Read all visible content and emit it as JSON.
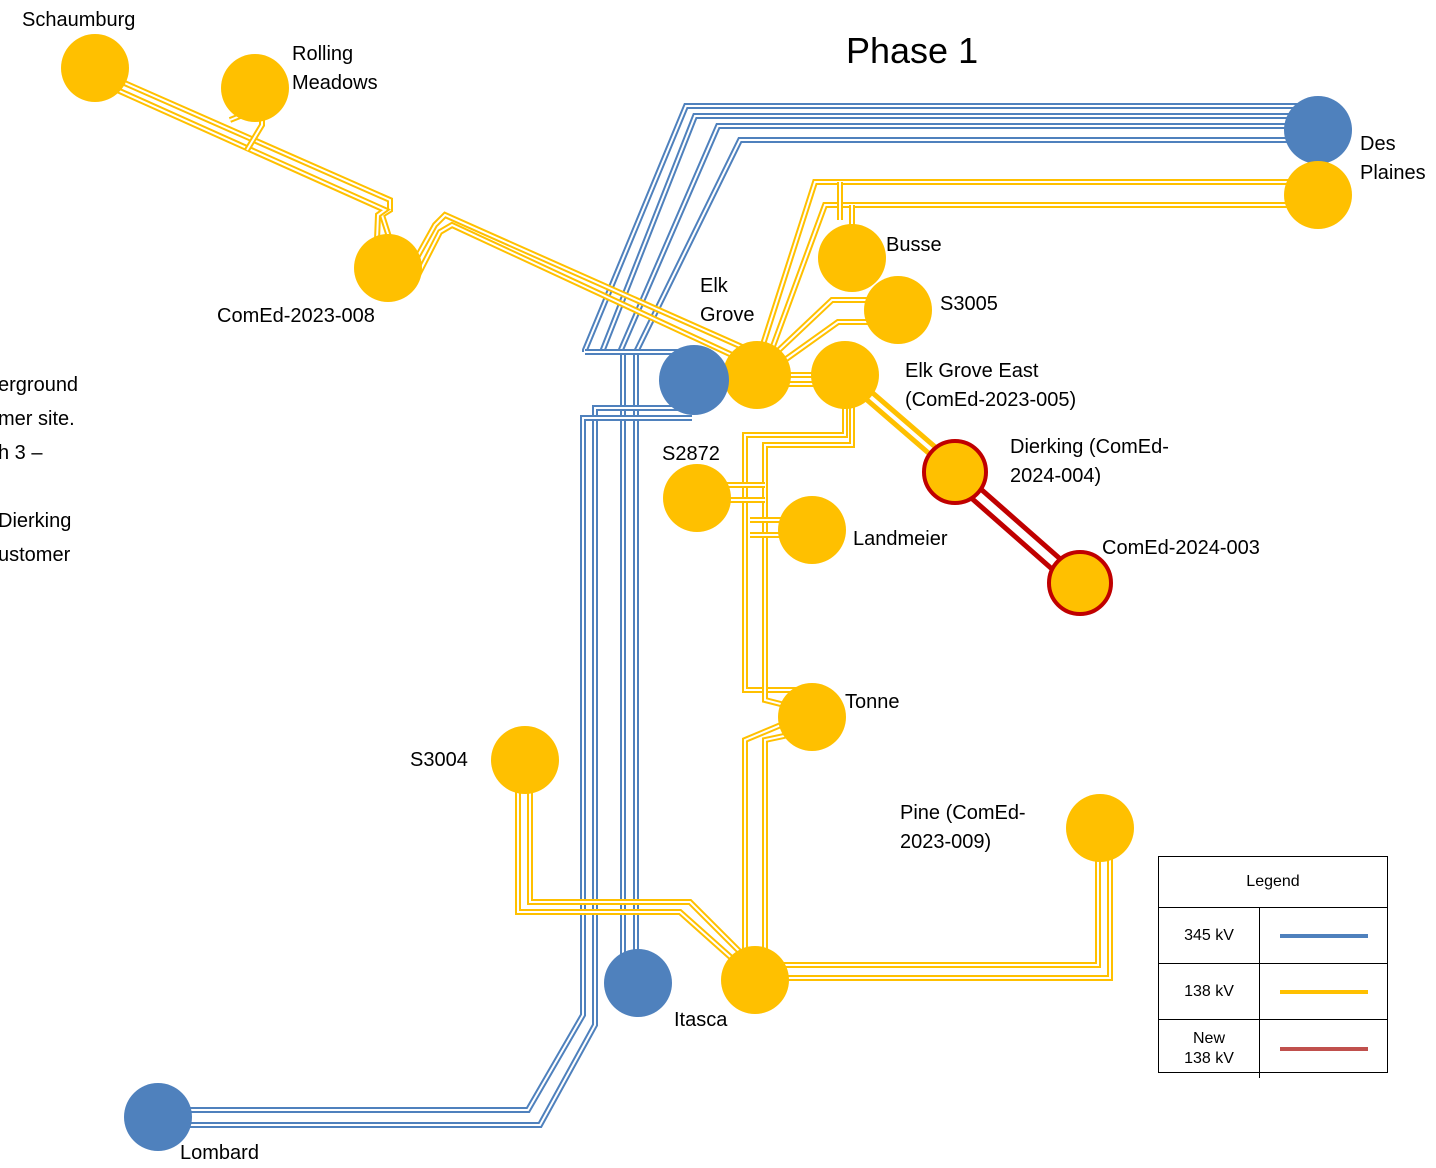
{
  "title": "Phase 1",
  "side_note": "erground\nmer site.\nh 3 –\n\n Dierking\nustomer",
  "colors": {
    "kv345": "#4f81bd",
    "kv138": "#ffc000",
    "new138": "#c00000",
    "line_inner": "#ffffff"
  },
  "substations": {
    "schaumburg": "Schaumburg",
    "rolling_meadows": "Rolling\nMeadows",
    "comed_2023_008": "ComEd-2023-008",
    "elk_grove": "Elk\nGrove",
    "des_plaines": "Des\nPlaines",
    "busse": "Busse",
    "s3005": "S3005",
    "elk_grove_east": "Elk Grove East\n(ComEd-2023-005)",
    "dierking": "Dierking (ComEd-\n2024-004)",
    "comed_2024_003": "ComEd-2024-003",
    "s2872": "S2872",
    "landmeier": "Landmeier",
    "tonne": "Tonne",
    "s3004": "S3004",
    "pine": "Pine (ComEd-\n2023-009)",
    "itasca": "Itasca",
    "lombard": "Lombard"
  },
  "legend": {
    "title": "Legend",
    "items": [
      {
        "label": "345 kV",
        "color": "#4f81bd"
      },
      {
        "label": "138 kV",
        "color": "#ffc000"
      },
      {
        "label": "New\n138 kV",
        "color": "#c0504d"
      }
    ]
  }
}
